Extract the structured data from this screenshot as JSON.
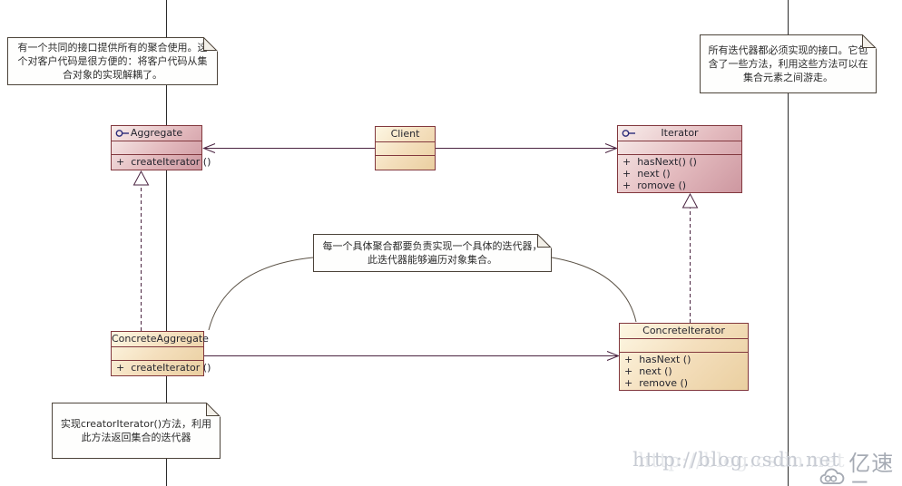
{
  "diagram": {
    "title_semantic": "Iterator design pattern UML diagram",
    "notes": {
      "top_left": "有一个共同的接口提供所有的聚合使用。这个对客户代码是很方便的：将客户代码从集合对象的实现解耦了。",
      "top_right": "所有迭代器都必须实现的接口。它包含了一些方法，利用这些方法可以在集合元素之间游走。",
      "middle": "每一个具体聚合都要负责实现一个具体的迭代器，此迭代器能够遍历对象集合。",
      "bottom_left": "实现creatorIterator()方法，利用此方法返回集合的迭代器"
    },
    "classes": {
      "aggregate": {
        "name": "Aggregate",
        "kind": "interface",
        "methods": [
          "+  createIterator ()"
        ]
      },
      "client": {
        "name": "Client",
        "kind": "class",
        "methods": []
      },
      "iterator": {
        "name": "Iterator",
        "kind": "interface",
        "methods": [
          "+  hasNext() ()",
          "+  next ()",
          "+  romove ()"
        ]
      },
      "concrete_aggregate": {
        "name": "ConcreteAggregate",
        "kind": "class",
        "methods": [
          "+  createIterator ()"
        ]
      },
      "concrete_iterator": {
        "name": "ConcreteIterator",
        "kind": "class",
        "methods": [
          "+  hasNext ()",
          "+  next ()",
          "+  remove ()"
        ]
      }
    },
    "relations": [
      "Client — association arrow → Aggregate",
      "Client — association arrow → Iterator",
      "ConcreteAggregate — association arrow → ConcreteIterator",
      "ConcreteAggregate — dashed realization (hollow triangle) → Aggregate",
      "ConcreteIterator — dashed realization (hollow triangle) → Iterator"
    ],
    "icons": {
      "interface_icon": "interface-lollipop-icon",
      "note_fold": "folded-corner-icon",
      "cloud_logo": "cloud-logo-icon"
    },
    "colors": {
      "interface_fill_light": "#f8edeb",
      "interface_fill_dark": "#cd97a0",
      "class_fill_light": "#fdf7e3",
      "class_fill_dark": "#eacfa0",
      "box_border": "#82383e",
      "connector_line": "#4a2340",
      "note_border": "#4c4339",
      "note_fill": "#fefefd",
      "anchor_line": "#2b2b2b",
      "interface_icon_navy": "#2d2d7a",
      "watermark_gray": "#c7cbd3",
      "brand_gray": "#a6abb4"
    }
  },
  "watermark": {
    "url": "http://blog.csdn.net",
    "brand": "亿速云"
  }
}
